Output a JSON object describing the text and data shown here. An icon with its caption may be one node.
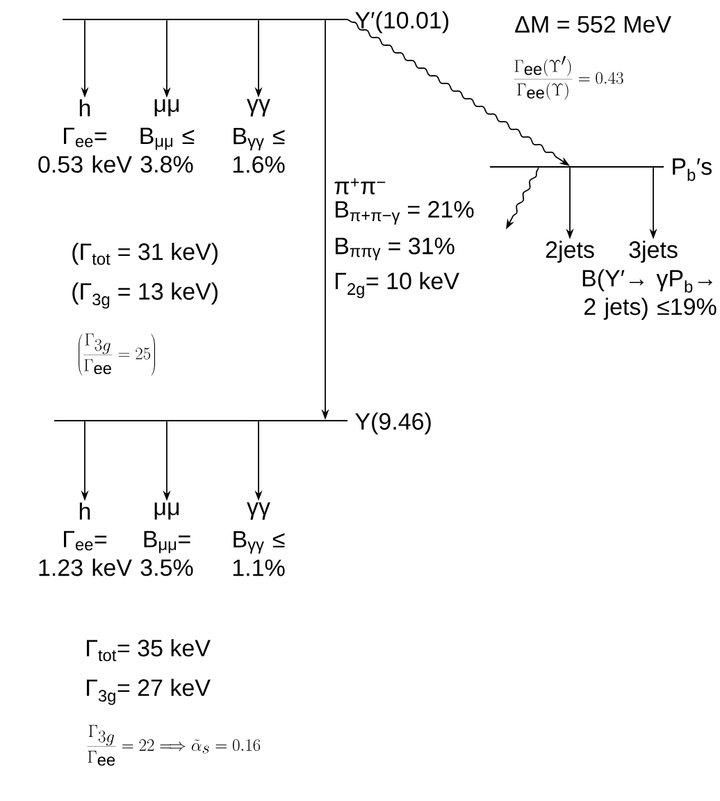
{
  "diagram": {
    "nodes": [
      {
        "text": [
          "Υ′(10.01)"
        ]
      },
      {
        "text": [
          "h"
        ],
        "beside": [
          "Γ$_{ee}$= 0.53 keV"
        ]
      },
      {
        "text": [
          "μμ"
        ],
        "beside": [
          "B$_{μμ}$ ≤ 3.8%"
        ]
      },
      {
        "text": [
          "γγ"
        ],
        "beside": [
          "B$_{γγ}$ ≤ 1.6%"
        ]
      },
      {
        "text": [
          "P$_{b}$′s"
        ]
      },
      {
        "text": [
          "2jets"
        ]
      },
      {
        "text": [
          "3jets"
        ]
      },
      {
        "text": [
          "Υ(9.46)"
        ]
      },
      {
        "text": [
          "h"
        ],
        "beside": [
          "Γ$_{ee}$= 1.23 keV"
        ]
      },
      {
        "text": [
          "μμ"
        ],
        "beside": [
          "B$_{μμ}$= 3.5%"
        ]
      },
      {
        "text": [
          "γγ"
        ],
        "beside": [
          "B$_{γγ}$ ≤ 1.1%"
        ]
      }
    ],
    "edges": [
      {
        "from": 0,
        "to": 1,
        "arrow": "to"
      },
      {
        "from": 0,
        "to": 2,
        "arrow": "to"
      },
      {
        "from": 0,
        "to": 3,
        "arrow": "to"
      },
      {
        "from": 0,
        "to": 7,
        "arrow": "to"
      },
      {
        "from": 0,
        "to": 4,
        "arrow": "to"
      },
      {
        "from": 4,
        "to": null,
        "arrow": "to"
      },
      {
        "from": 4,
        "to": 5,
        "arrow": "to"
      },
      {
        "from": 4,
        "to": 6,
        "arrow": "to"
      },
      {
        "from": 7,
        "to": 8,
        "arrow": "to"
      },
      {
        "from": 7,
        "to": 9,
        "arrow": "to"
      },
      {
        "from": 7,
        "to": 10,
        "arrow": "to"
      }
    ],
    "labels": [
      "ΔM = 552 MeV",
      "\\frac{\\Gamma_{\\mathrm{ee}}(\\Upsilon')}{\\Gamma_{\\mathrm{ee}}(\\Upsilon)} = 0.43",
      "π$^{+}$π$^{−}$",
      "B$_{π+π−γ}$ = 21%",
      "B$_{ππγ}$ = 31%",
      "Γ$_{2g}$= 10 keV",
      "B(Υ′→ γP$_{b}$→ 2 jets) ≤19%",
      "(Γ$_{tot}$ = 31 keV)",
      "(Γ$_{3g}$ = 13 keV)",
      "\\left(\\frac{\\Gamma_{3g}}{\\Gamma_{\\mathrm{ee}}} = 25\\right)",
      "Γ$_{tot}$= 35 keV",
      "Γ$_{3g}$= 27 keV",
      "\\frac{\\Gamma_{3g}}{\\Gamma_{\\mathrm{ee}}} = 22 \\Longrightarrow \\tilde{\\alpha}_s = 0.16"
    ]
  }
}
